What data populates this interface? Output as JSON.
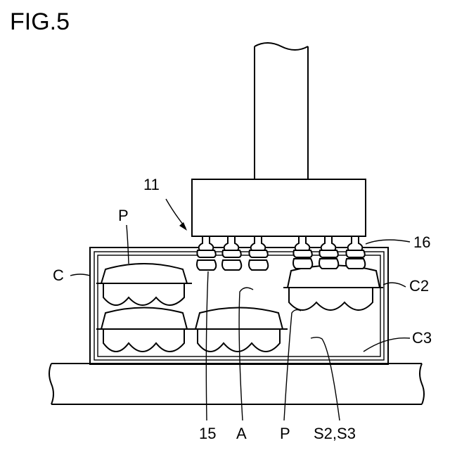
{
  "figure": {
    "title": "FIG.5",
    "labels": {
      "ref_11": "11",
      "ref_16": "16",
      "ref_C": "C",
      "ref_C2": "C2",
      "ref_C3": "C3",
      "ref_P_top": "P",
      "ref_15": "15",
      "ref_A": "A",
      "ref_P_bottom": "P",
      "ref_S2S3": "S2,S3"
    }
  }
}
